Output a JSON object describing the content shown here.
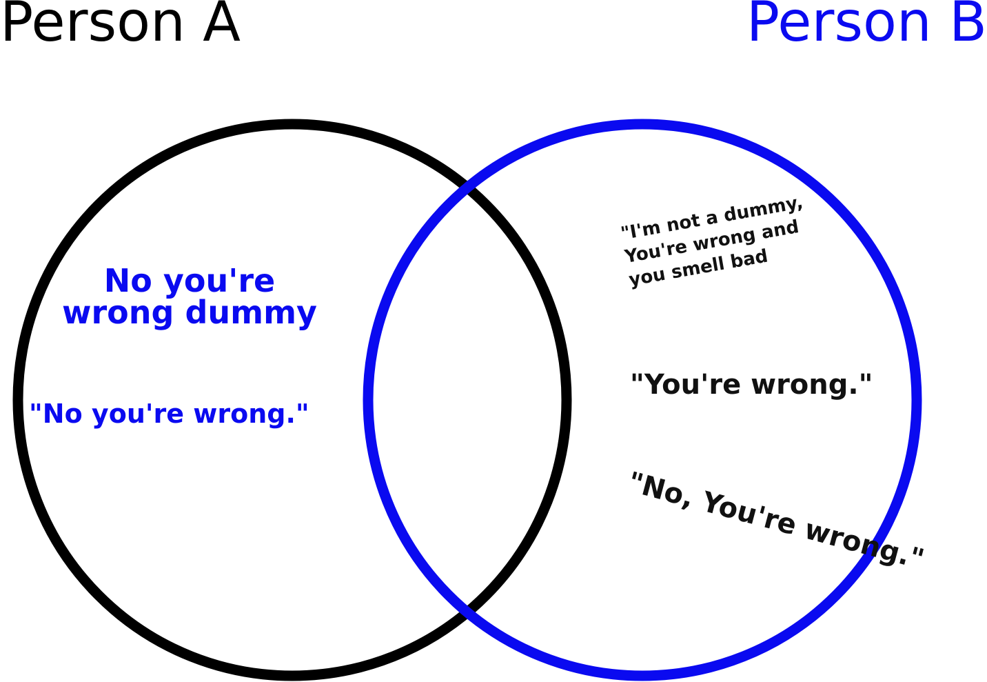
{
  "person_a": {
    "label": "Person A",
    "color": "#000000",
    "quotes": {
      "dummy_line_1": "No you're",
      "dummy_line_2": "wrong dummy",
      "wrong": "\"No you're wrong.\""
    }
  },
  "person_b": {
    "label": "Person B",
    "color": "#0a0af0",
    "quotes": {
      "smell_line_1": "\"I'm not a dummy,",
      "smell_line_2": "You're wrong and",
      "smell_line_3": "you smell bad",
      "wrong": "\"You're wrong.\"",
      "no_wrong": "\"No, You're wrong.\""
    }
  }
}
